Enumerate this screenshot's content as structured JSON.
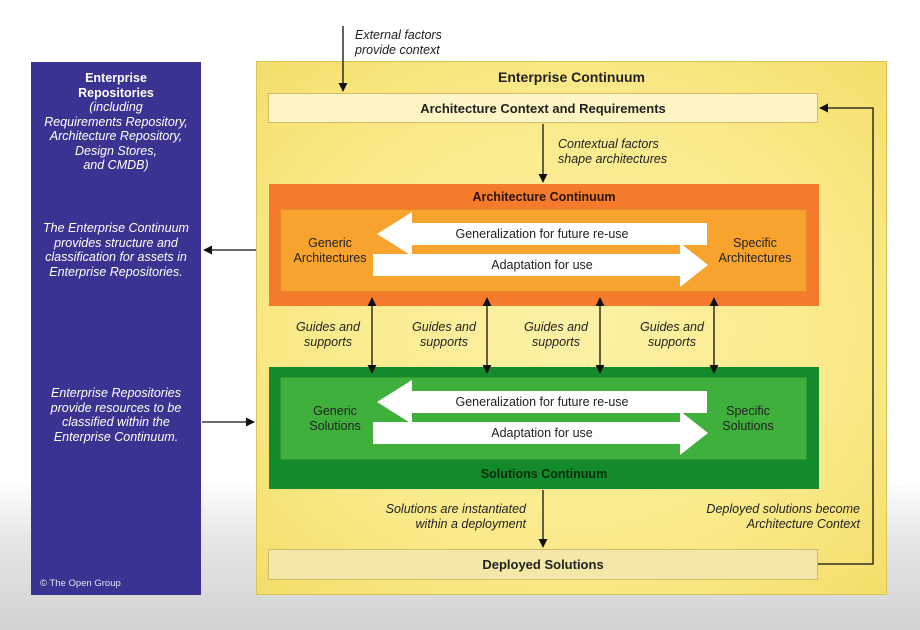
{
  "repositories": {
    "title_line1": "Enterprise",
    "title_line2": "Repositories",
    "subtitle_lines": [
      "(including",
      "Requirements Repository,",
      "Architecture Repository,",
      "Design Stores,",
      "and CMDB)"
    ],
    "structure_text": [
      "The Enterprise Continuum",
      "provides structure and",
      "classification for assets in",
      "Enterprise Repositories."
    ],
    "resources_text": [
      "Enterprise Repositories",
      "provide resources to be",
      "classified within the",
      "Enterprise Continuum."
    ],
    "copyright": "© The Open Group"
  },
  "continuum": {
    "title": "Enterprise Continuum",
    "external_factors": [
      "External factors",
      "provide context"
    ],
    "context_box": "Architecture Context and Requirements",
    "contextual_factors": [
      "Contextual factors",
      "shape architectures"
    ],
    "architecture": {
      "title": "Architecture Continuum",
      "left": [
        "Generic",
        "Architectures"
      ],
      "right": [
        "Specific",
        "Architectures"
      ],
      "generalization": "Generalization for future re-use",
      "adaptation": "Adaptation for use"
    },
    "guides": [
      [
        "Guides and",
        "supports"
      ],
      [
        "Guides and",
        "supports"
      ],
      [
        "Guides and",
        "supports"
      ],
      [
        "Guides and",
        "supports"
      ]
    ],
    "solutions": {
      "title": "Solutions Continuum",
      "left": [
        "Generic",
        "Solutions"
      ],
      "right": [
        "Specific",
        "Solutions"
      ],
      "generalization": "Generalization for future re-use",
      "adaptation": "Adaptation for use"
    },
    "instantiated": [
      "Solutions are instantiated",
      "within a deployment"
    ],
    "deployed_become": [
      "Deployed solutions become",
      "Architecture Context"
    ],
    "deployed_box": "Deployed Solutions"
  },
  "colors": {
    "repository_bg": "#3b3391",
    "enterprise_bg": "#faea8a",
    "architecture_outer": "#f47b2b",
    "architecture_inner": "#f9a32f",
    "solutions_outer": "#138a2b",
    "solutions_inner": "#3fb03c"
  }
}
